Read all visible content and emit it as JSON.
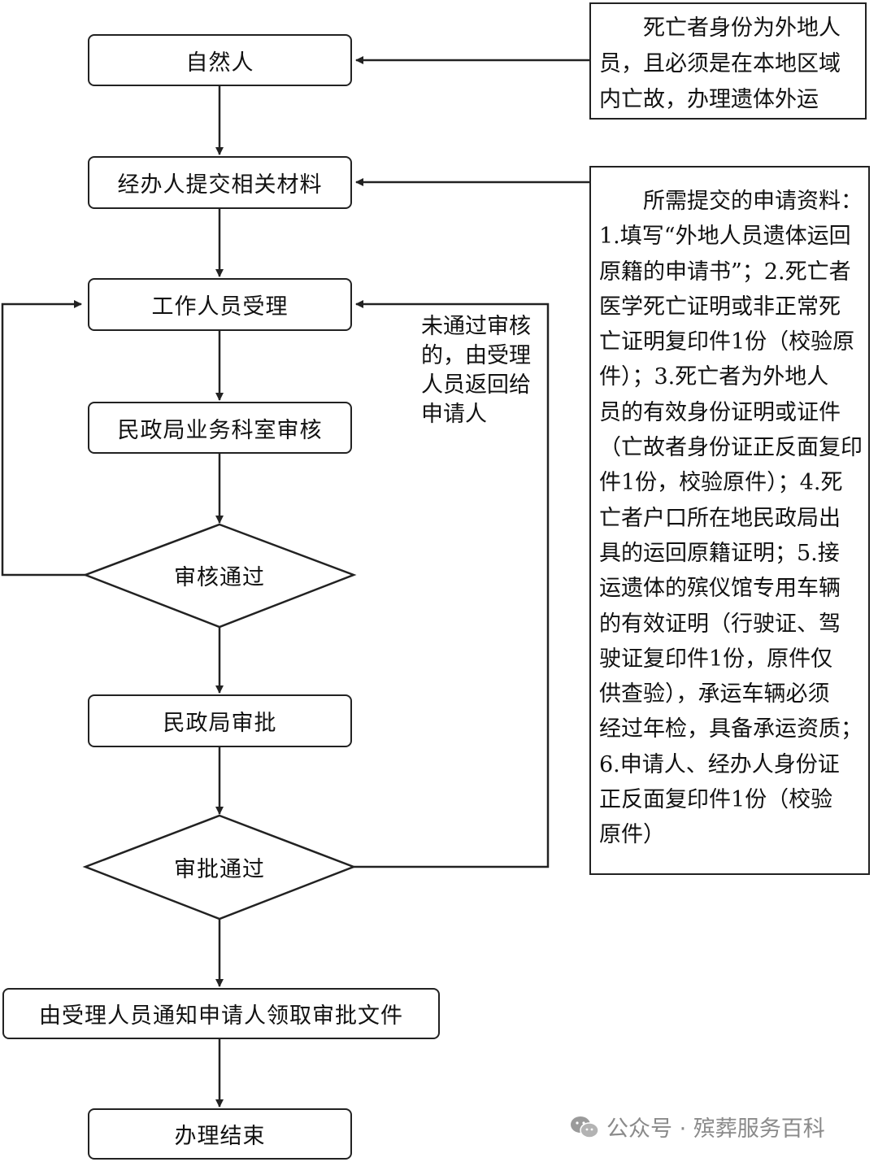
{
  "flow": {
    "natural_person": "自然人",
    "submit": "经办人提交相关材料",
    "accept": "工作人员受理",
    "review": "民政局业务科室审核",
    "review_pass": "审核通过",
    "approve": "民政局审批",
    "approve_pass": "审批通过",
    "notify": "由受理人员通知申请人领取审批文件",
    "end": "办理结束"
  },
  "condition_note": {
    "lines": [
      "　　死亡者身份为外地人",
      "员，且必须是在本地区域",
      "内亡故，办理遗体外运"
    ]
  },
  "materials_note": {
    "lines": [
      "　　所需提交的申请资料：",
      "1.填写“外地人员遗体运回",
      "原籍的申请书”；2.死亡者",
      "医学死亡证明或非正常死",
      "亡证明复印件1份（校验原",
      "件）；3.死亡者为外地人",
      "员的有效身份证明或证件",
      "（亡故者身份证正反面复印",
      "件1份，校验原件）；4.死",
      "亡者户口所在地民政局出",
      "具的运回原籍证明；5.接",
      "运遗体的殡仪馆专用车辆",
      "的有效证明（行驶证、驾",
      "驶证复印件1份，原件仅",
      "供查验），承运车辆必须",
      "经过年检，具备承运资质；",
      "6.申请人、经办人身份证",
      "正反面复印件1份（校验",
      "原件）"
    ]
  },
  "return_note": {
    "lines": [
      "未通过审核",
      "的，由受理",
      "人员返回给",
      "申请人"
    ]
  },
  "watermark": {
    "icon": "wechat-icon",
    "text": "公众号 · 殡葬服务百科"
  }
}
